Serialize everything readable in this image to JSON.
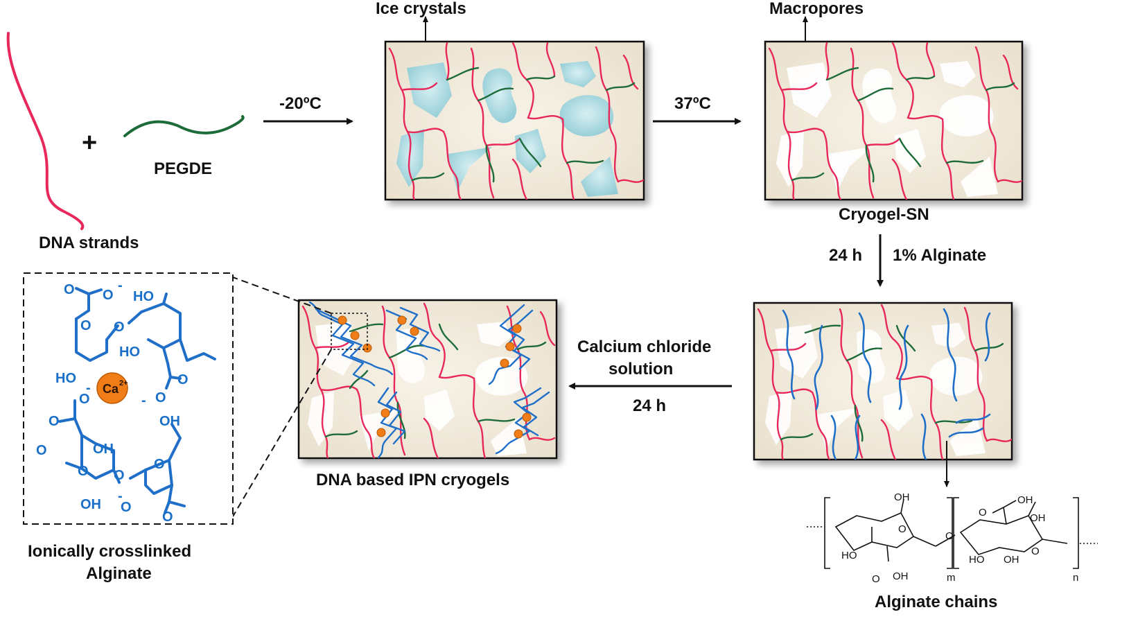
{
  "labels": {
    "dna_strands": "DNA strands",
    "pegde": "PEGDE",
    "plus": "+",
    "temp_freeze": "-20ºC",
    "ice_crystals": "Ice crystals",
    "temp_thaw": "37ºC",
    "macropores": "Macropores",
    "cryogel_sn": "Cryogel-SN",
    "time_alginate": "24 h",
    "alginate_percent": "1% Alginate",
    "calcium_line1": "Calcium chloride",
    "calcium_line2": "solution",
    "time_calcium": "24 h",
    "ipn_cryogels": "DNA based IPN cryogels",
    "ionic_line1": "Ionically crosslinked",
    "ionic_line2": "Alginate",
    "alginate_chains": "Alginate chains"
  },
  "chem": {
    "ca": "Ca",
    "ca_charge": "2+",
    "o_minus": "O",
    "minus": "-",
    "ho": "HO",
    "oh": "OH",
    "o": "O",
    "sub_m": "m",
    "sub_n": "n"
  },
  "colors": {
    "dna": "#e8275a",
    "pegde": "#1e6b3a",
    "alginate": "#1f6fc8",
    "ice": "#9fd3dc",
    "gel_bg": "#f3eddf",
    "calcium": "#f07d17"
  }
}
